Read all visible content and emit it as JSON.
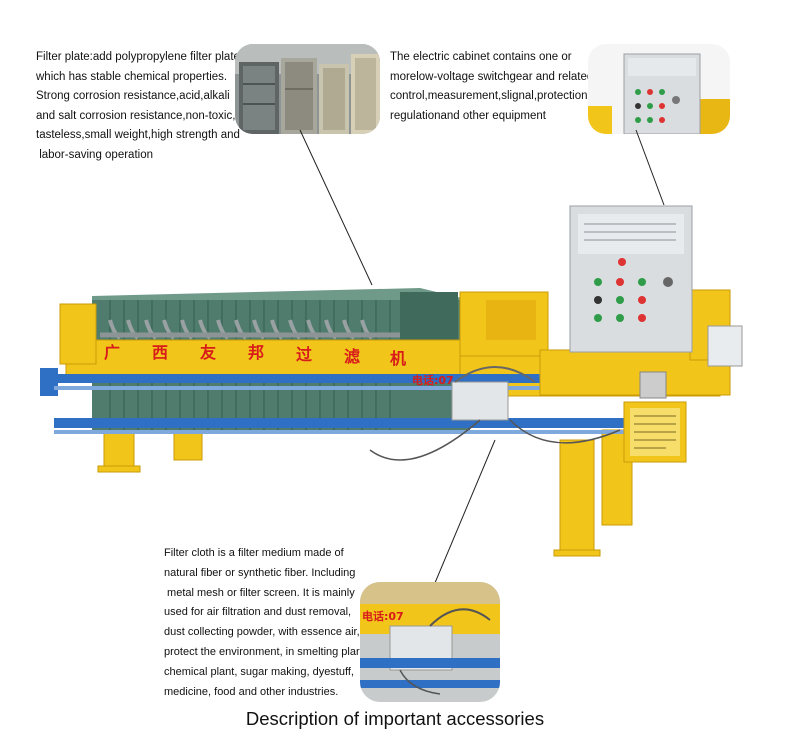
{
  "annotations": {
    "filter_plate": [
      "Filter plate:add polypropylene filter plate,",
      "which has stable chemical properties.",
      "Strong corrosion resistance,acid,alkali",
      "and salt corrosion resistance,non-toxic,",
      "tasteless,small weight,high strength and",
      " labor-saving operation"
    ],
    "electric_cabinet": [
      "The electric cabinet contains one or",
      "morelow-voltage switchgear and related",
      "control,measurement,slignal,protection,",
      "regulationand other equipment"
    ],
    "filter_cloth": [
      "Filter cloth is a filter medium made of",
      "natural fiber or synthetic fiber. Including",
      " metal mesh or filter screen. It is mainly",
      "used for air filtration and dust removal,",
      "dust collecting powder, with essence air,",
      "protect the environment, in smelting plar",
      "chemical plant, sugar making, dyestuff,",
      "medicine, food and other industries."
    ]
  },
  "machine_banner": {
    "chars": [
      "广",
      "西",
      "友",
      "邦",
      "过",
      "滤",
      "机"
    ],
    "phone": "电话:07"
  },
  "inset_phone": "电话:07",
  "caption": "Description of important accessories",
  "colors": {
    "frame_yellow": "#f2c51a",
    "rail_blue": "#2f6fc4",
    "plate_green": "#5f8c7c",
    "cabinet_gray": "#d9dde0",
    "banner_red": "#d81b1b"
  }
}
